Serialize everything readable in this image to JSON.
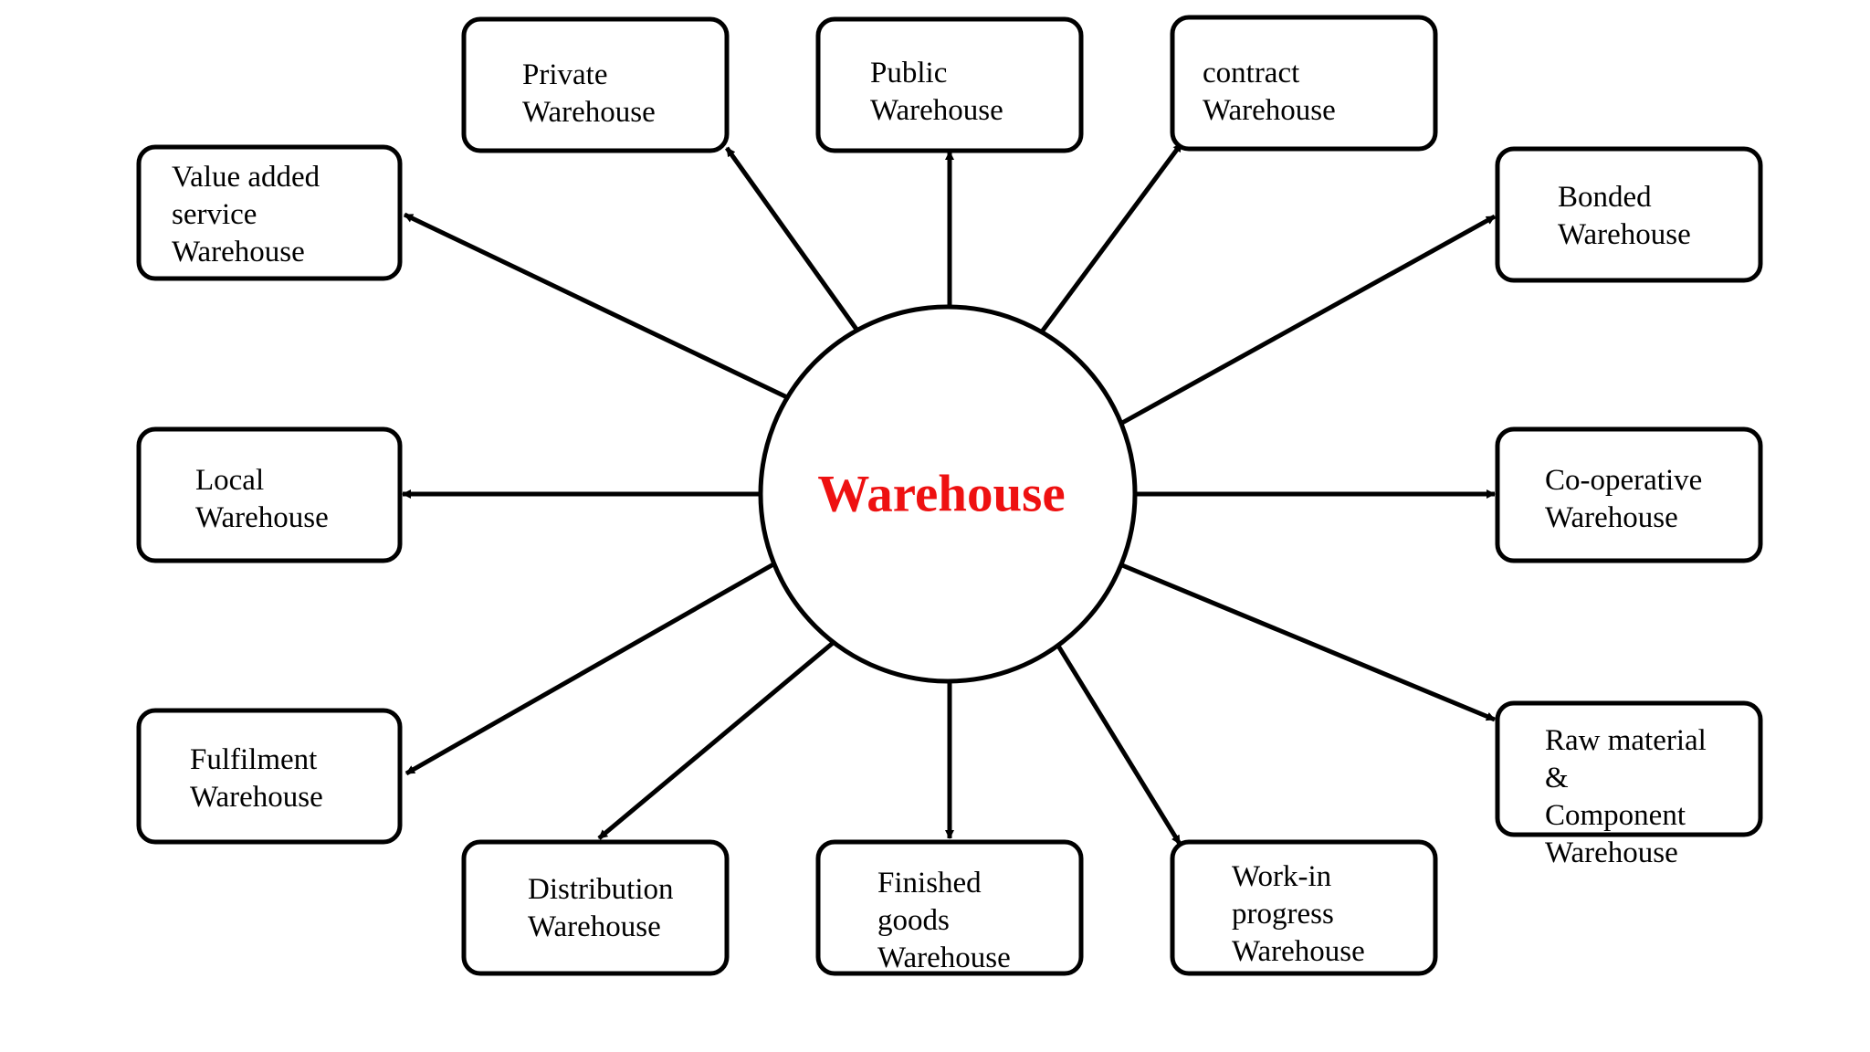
{
  "hub": {
    "label": "Warehouse",
    "color": "#ee1111"
  },
  "nodes": [
    {
      "id": "private",
      "lines": [
        "Private",
        "Warehouse"
      ]
    },
    {
      "id": "public",
      "lines": [
        "Public",
        "Warehouse"
      ]
    },
    {
      "id": "contract",
      "lines": [
        "contract",
        "Warehouse"
      ]
    },
    {
      "id": "value-added",
      "lines": [
        "Value added",
        "service",
        "Warehouse"
      ]
    },
    {
      "id": "bonded",
      "lines": [
        "Bonded",
        "Warehouse"
      ]
    },
    {
      "id": "local",
      "lines": [
        "Local",
        "Warehouse"
      ]
    },
    {
      "id": "co-operative",
      "lines": [
        "Co-operative",
        "Warehouse"
      ]
    },
    {
      "id": "fulfilment",
      "lines": [
        "Fulfilment",
        "Warehouse"
      ]
    },
    {
      "id": "raw-material",
      "lines": [
        "Raw material",
        "&",
        "Component",
        "Warehouse"
      ]
    },
    {
      "id": "distribution",
      "lines": [
        "Distribution",
        "Warehouse"
      ]
    },
    {
      "id": "finished-goods",
      "lines": [
        "Finished",
        "goods",
        "Warehouse"
      ]
    },
    {
      "id": "work-in-progress",
      "lines": [
        "Work-in",
        "progress",
        "Warehouse"
      ]
    }
  ]
}
